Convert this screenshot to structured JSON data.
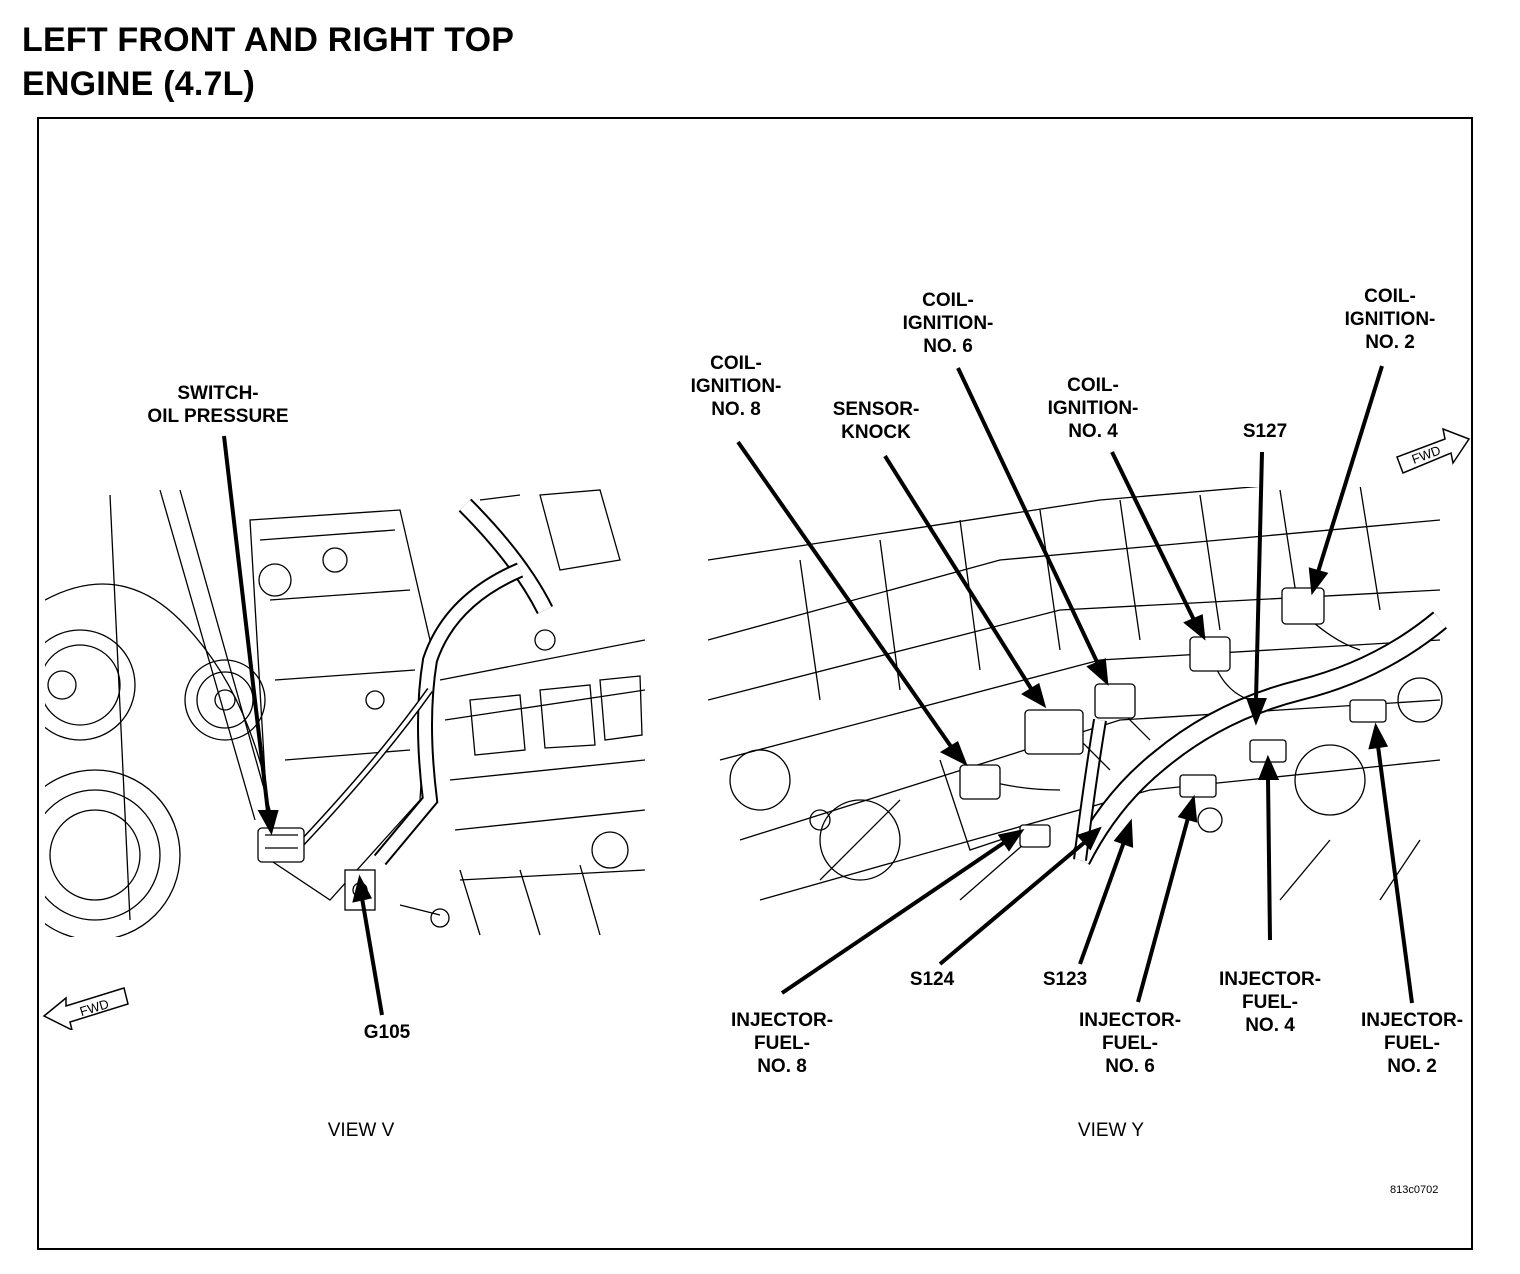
{
  "title": {
    "line1": "LEFT FRONT AND RIGHT TOP",
    "line2": "ENGINE (4.7L)"
  },
  "views": {
    "left": "VIEW V",
    "right": "VIEW Y"
  },
  "fwd_label": "FWD",
  "figure_code": "813c0702",
  "labels": {
    "switch_oil_pressure": [
      "SWITCH-",
      "OIL PRESSURE"
    ],
    "g105": [
      "G105"
    ],
    "coil_8": [
      "COIL-",
      "IGNITION-",
      "NO. 8"
    ],
    "sensor_knock": [
      "SENSOR-",
      "KNOCK"
    ],
    "coil_6": [
      "COIL-",
      "IGNITION-",
      "NO. 6"
    ],
    "coil_4": [
      "COIL-",
      "IGNITION-",
      "NO. 4"
    ],
    "s127": [
      "S127"
    ],
    "coil_2": [
      "COIL-",
      "IGNITION-",
      "NO. 2"
    ],
    "s124": [
      "S124"
    ],
    "s123": [
      "S123"
    ],
    "injector_8": [
      "INJECTOR-",
      "FUEL-",
      "NO. 8"
    ],
    "injector_6": [
      "INJECTOR-",
      "FUEL-",
      "NO. 6"
    ],
    "injector_4": [
      "INJECTOR-",
      "FUEL-",
      "NO. 4"
    ],
    "injector_2": [
      "INJECTOR-",
      "FUEL-",
      "NO. 2"
    ]
  }
}
